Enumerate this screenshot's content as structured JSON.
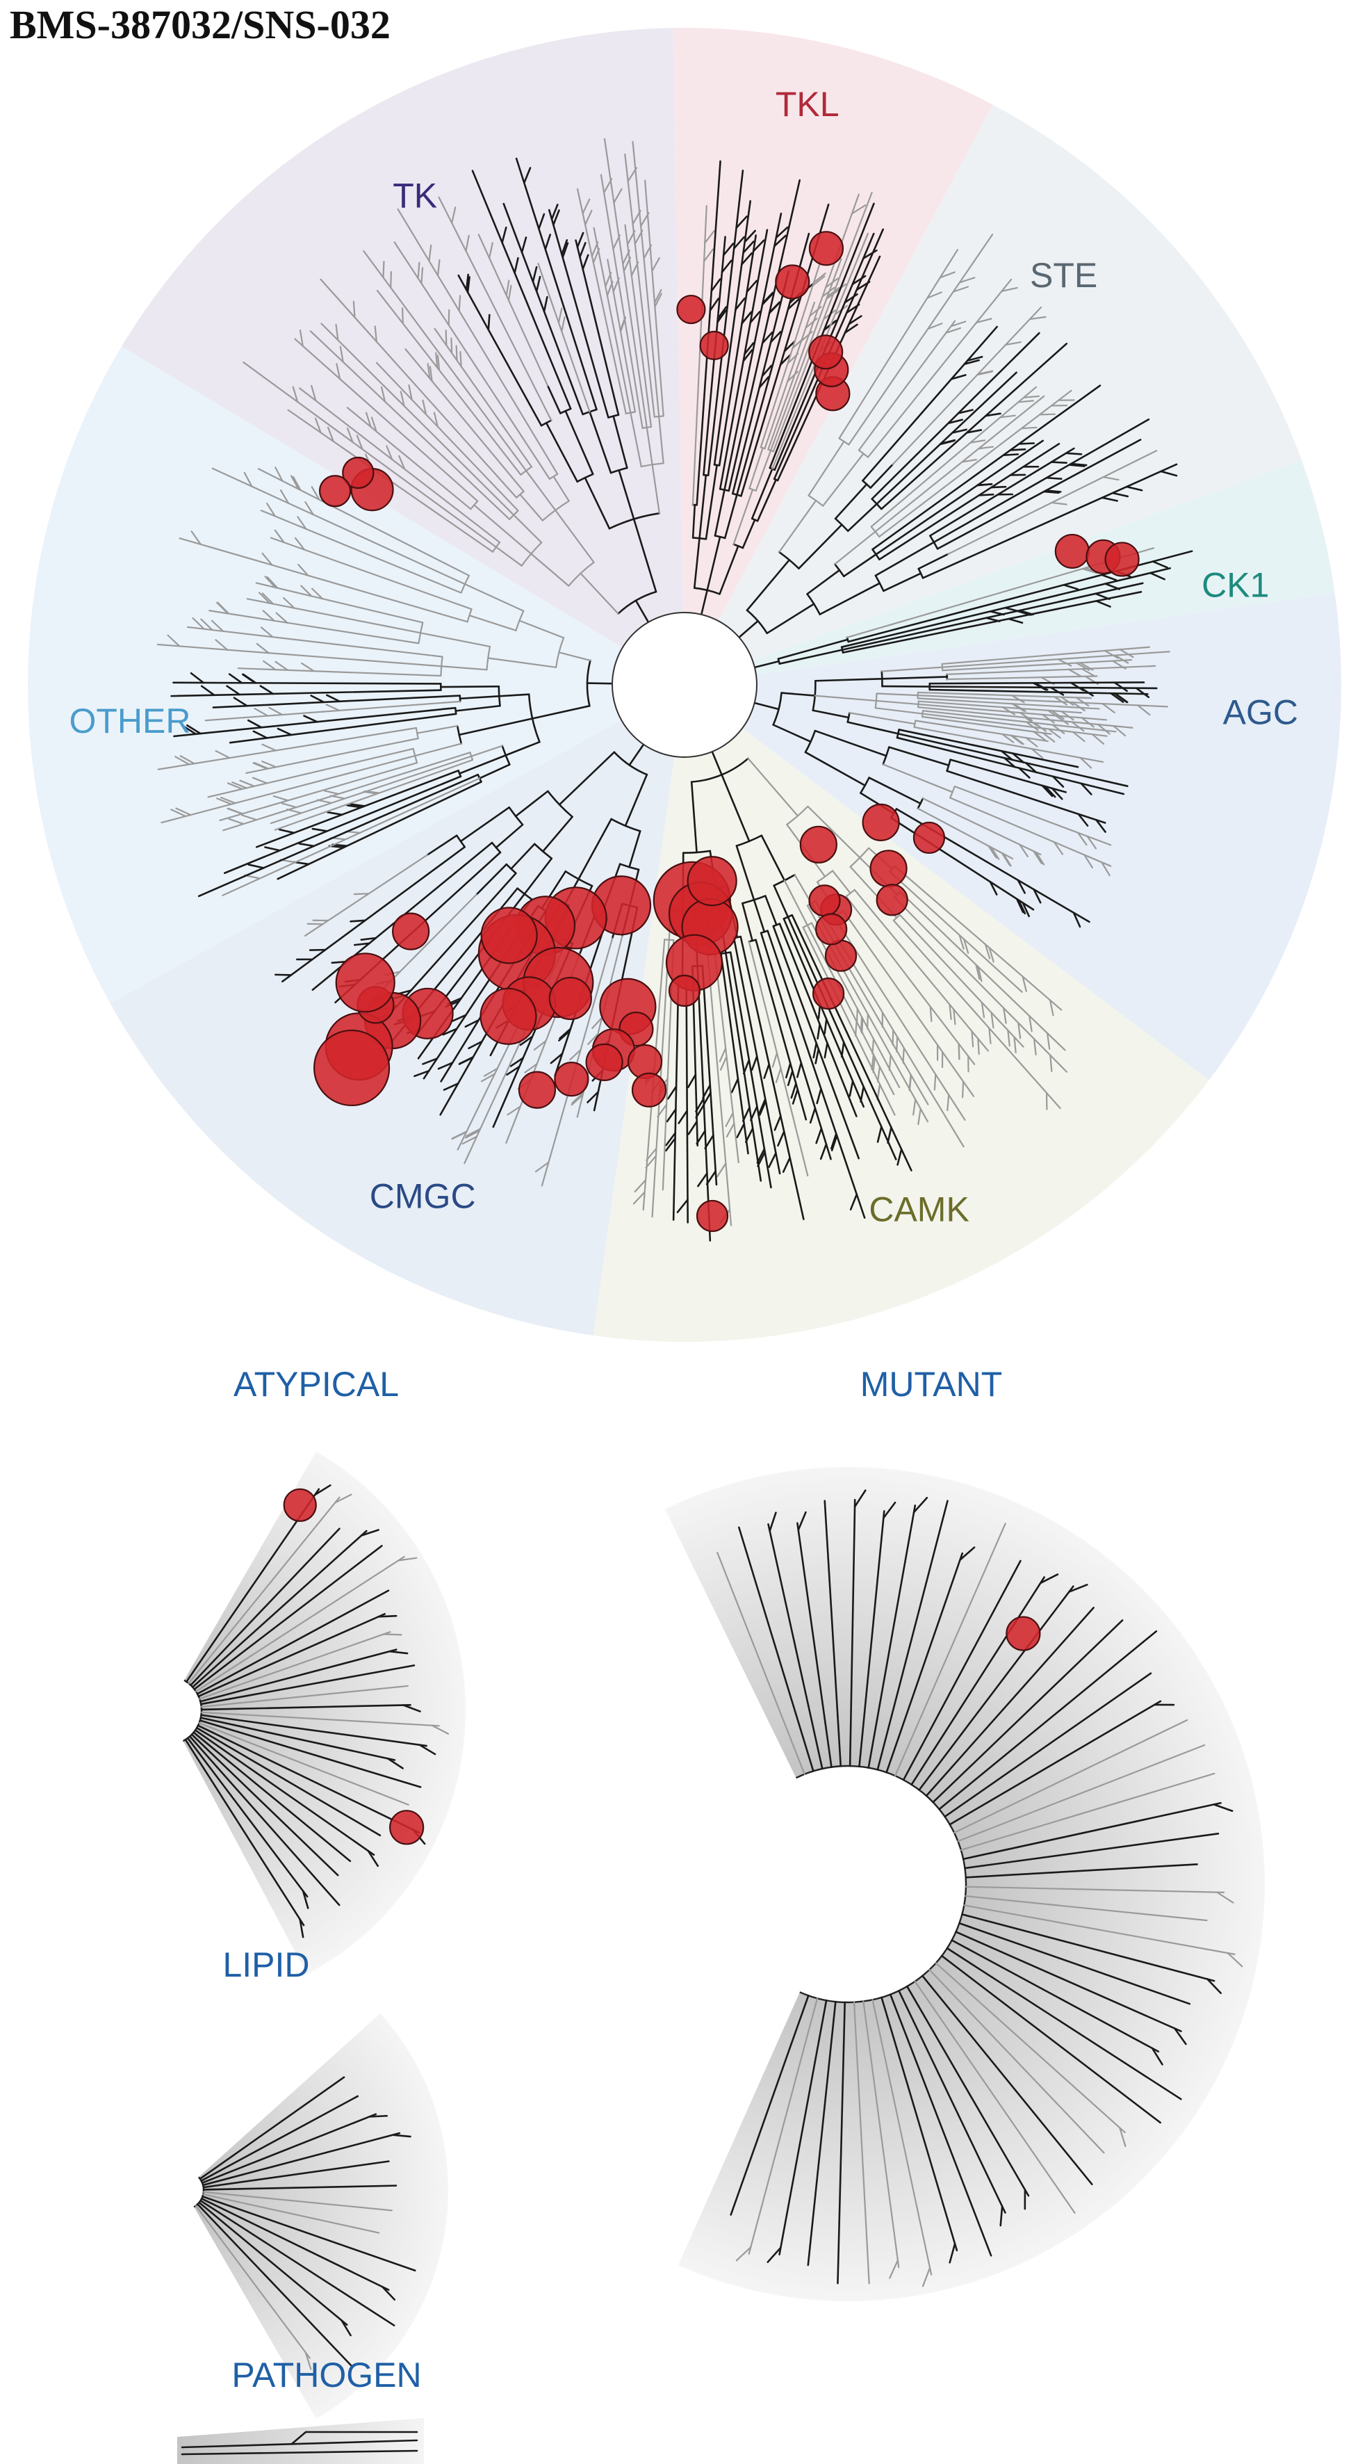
{
  "title": "BMS-387032/SNS-032",
  "groups": [
    {
      "key": "tk",
      "label": "TK",
      "color": "#3b2a7a",
      "sector_color": "#ebe8f1"
    },
    {
      "key": "tkl",
      "label": "TKL",
      "color": "#b02a3a",
      "sector_color": "#f8e7ea"
    },
    {
      "key": "ste",
      "label": "STE",
      "color": "#5b6770",
      "sector_color": "#edf1f4"
    },
    {
      "key": "ck1",
      "label": "CK1",
      "color": "#1d8a7e",
      "sector_color": "#e6f3f5"
    },
    {
      "key": "agc",
      "label": "AGC",
      "color": "#2d5a8e",
      "sector_color": "#e7eef7"
    },
    {
      "key": "camk",
      "label": "CAMK",
      "color": "#6b6d2a",
      "sector_color": "#f3f4ec"
    },
    {
      "key": "cmgc",
      "label": "CMGC",
      "color": "#2a4a86",
      "sector_color": "#e8eef6"
    },
    {
      "key": "other",
      "label": "OTHER",
      "color": "#4a9ccc",
      "sector_color": "#ebf3fa"
    }
  ],
  "subtrees": {
    "atypical": "ATYPICAL",
    "mutant": "MUTANT",
    "lipid": "LIPID",
    "pathogen": "PATHOGEN"
  },
  "colors": {
    "hit_fill": "#d1262b",
    "hit_stroke": "#4a0f10",
    "subtree_label": "#1f5fa6",
    "branch": "#1a1a1a",
    "branch_muted": "#9a9a9a"
  }
}
